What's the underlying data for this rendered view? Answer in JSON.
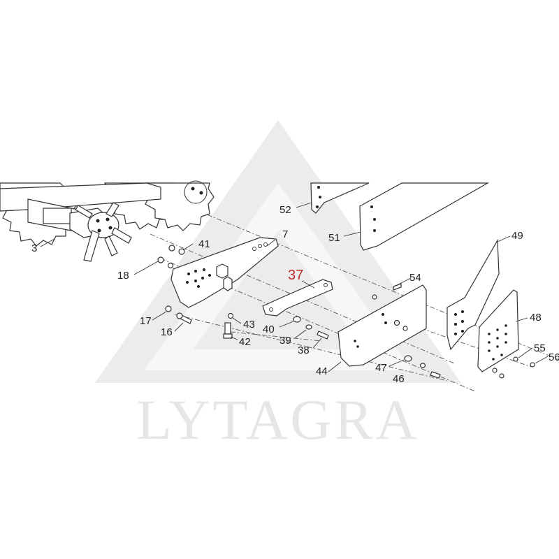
{
  "watermark": {
    "brand": "LYTAGRA",
    "logo": "triangle-mountain-logo"
  },
  "highlight_color": "#c0282d",
  "callouts": [
    {
      "id": "c3",
      "text": "3"
    },
    {
      "id": "c7",
      "text": "7"
    },
    {
      "id": "c16",
      "text": "16"
    },
    {
      "id": "c17",
      "text": "17"
    },
    {
      "id": "c18",
      "text": "18"
    },
    {
      "id": "c37",
      "text": "37"
    },
    {
      "id": "c38",
      "text": "38"
    },
    {
      "id": "c39",
      "text": "39"
    },
    {
      "id": "c40",
      "text": "40"
    },
    {
      "id": "c41",
      "text": "41"
    },
    {
      "id": "c42",
      "text": "42"
    },
    {
      "id": "c43",
      "text": "43"
    },
    {
      "id": "c44",
      "text": "44"
    },
    {
      "id": "c46",
      "text": "46"
    },
    {
      "id": "c47",
      "text": "47"
    },
    {
      "id": "c48",
      "text": "48"
    },
    {
      "id": "c49",
      "text": "49"
    },
    {
      "id": "c51",
      "text": "51"
    },
    {
      "id": "c52",
      "text": "52"
    },
    {
      "id": "c54",
      "text": "54"
    },
    {
      "id": "c55",
      "text": "55"
    },
    {
      "id": "c56",
      "text": "56"
    }
  ]
}
